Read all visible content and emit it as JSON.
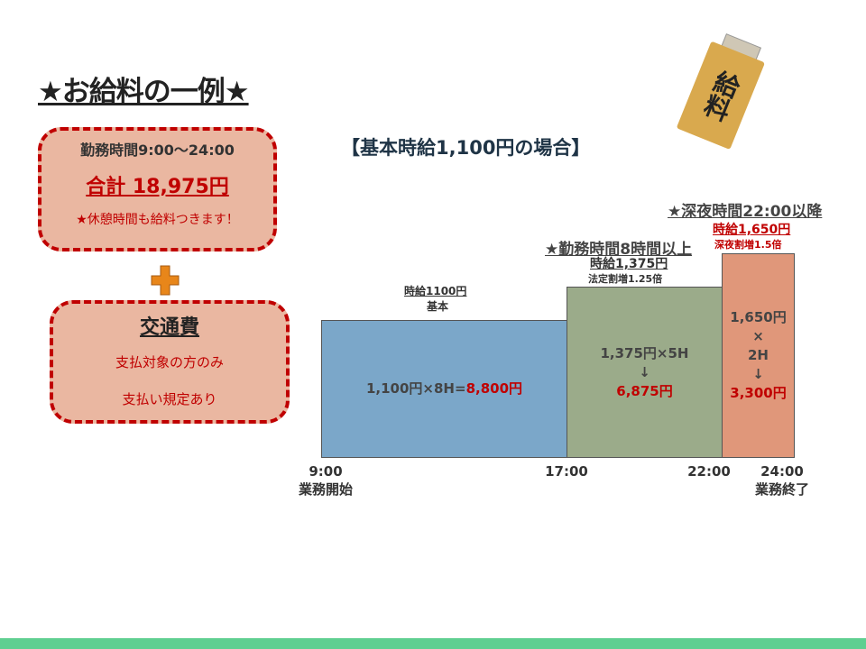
{
  "title": "★お給料の一例★",
  "summary": {
    "hours": "勤務時間9:00～24:00",
    "total": "合計 18,975円",
    "note": "★休憩時間も給料つきます！"
  },
  "transport": {
    "title": "交通費",
    "line1": "支払対象の方のみ",
    "line2": "支払い規定あり"
  },
  "envelope_text": "給料",
  "chart_title": "【基本時給1,100円の場合】",
  "chart_data": {
    "type": "bar",
    "segments": [
      {
        "name": "basic",
        "label_top": "時給1100円",
        "label_sub": "基本",
        "rate": 1100,
        "hours": 8,
        "formula": "1,100円×8H=",
        "amount": "8,800円",
        "color": "#7ba7c9"
      },
      {
        "name": "overtime",
        "heading": "★勤務時間8時間以上",
        "label_top": "時給1,375円",
        "label_sub": "法定割増1.25倍",
        "rate": 1375,
        "hours": 5,
        "formula": "1,375円×5H",
        "arrow": "↓",
        "amount": "6,875円",
        "color": "#9bab8a"
      },
      {
        "name": "night",
        "heading": "★深夜時間22:00以降",
        "label_top": "時給1,650円",
        "label_sub": "深夜割増1.5倍",
        "rate": 1650,
        "hours": 2,
        "formula1": "1,650円",
        "times": "×",
        "formula2": "2H",
        "arrow": "↓",
        "amount": "3,300円",
        "color": "#e0977a"
      }
    ],
    "x_ticks": [
      {
        "time": "9:00",
        "sub": "業務開始"
      },
      {
        "time": "17:00"
      },
      {
        "time": "22:00"
      },
      {
        "time": "24:00",
        "sub": "業務終了"
      }
    ]
  }
}
